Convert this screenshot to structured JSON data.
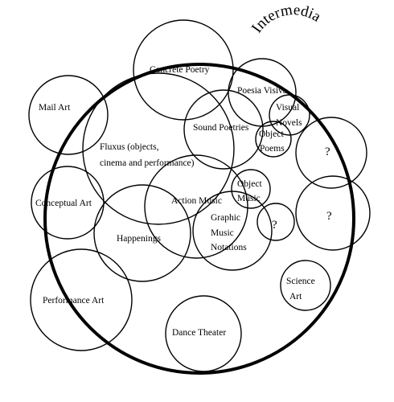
{
  "title": "Intermedia",
  "labels": {
    "concrete_poetry": "Concrete Poetry",
    "poesia_visiva": "Poesia Visiva",
    "visual_novels_1": "Visual",
    "visual_novels_2": "Novels",
    "mail_art": "Mail Art",
    "sound_poetries": "Sound Poetries",
    "object_poems_1": "Object",
    "object_poems_2": "Poems",
    "fluxus_1": "Fluxus (objects,",
    "fluxus_2": "cinema and performance)",
    "object_music_1": "Object",
    "object_music_2": "Music",
    "action_music": "Action Music",
    "conceptual_art": "Conceptual Art",
    "graphic_1": "Graphic",
    "graphic_2": "Music",
    "graphic_3": "Notations",
    "happenings": "Happenings",
    "science_art_1": "Science",
    "science_art_2": "Art",
    "performance_art": "Performance Art",
    "dance_theater": "Dance Theater",
    "unknown_1": "?",
    "unknown_2": "?",
    "unknown_3": "?"
  }
}
